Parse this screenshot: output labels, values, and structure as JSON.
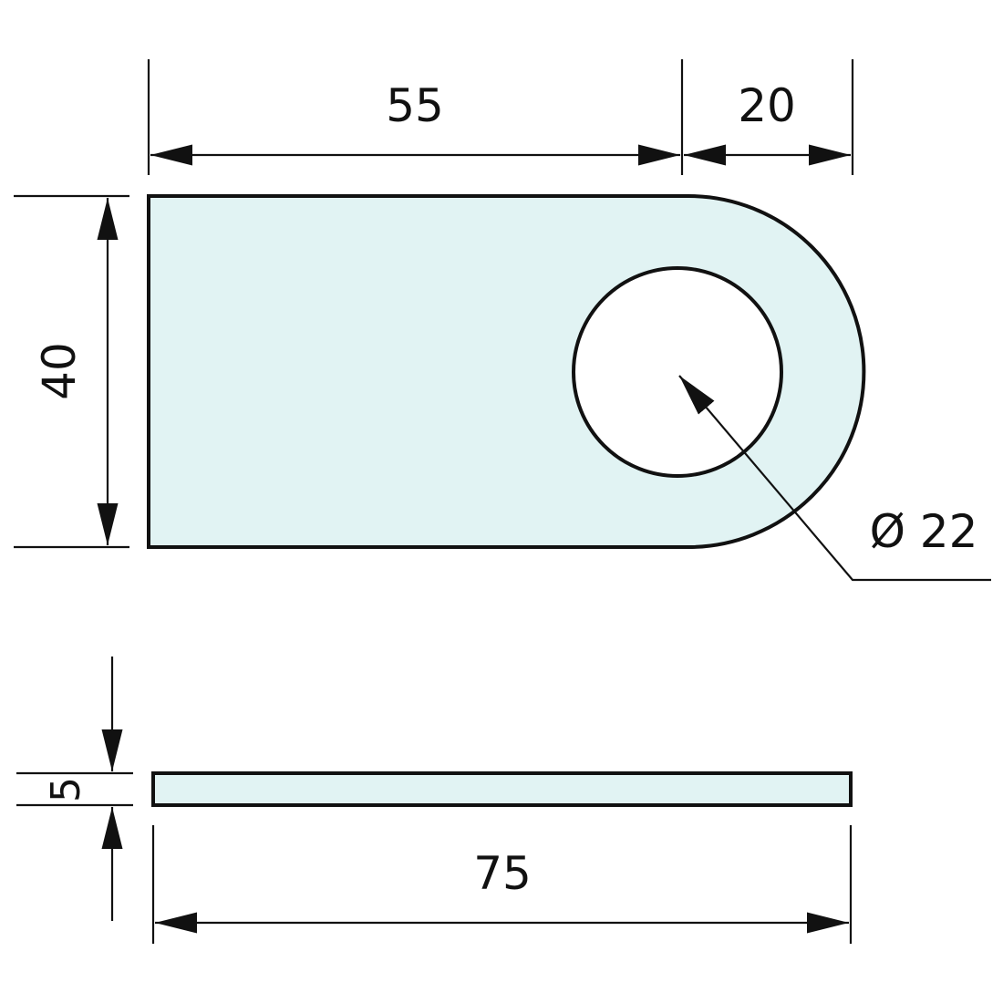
{
  "colors": {
    "part_fill": "#e1f3f3",
    "line": "#111111"
  },
  "top_view": {
    "dim_length_straight": "55",
    "dim_radius_section": "20",
    "dim_height": "40",
    "dim_hole_diameter": "Ø 22"
  },
  "side_view": {
    "dim_thickness": "5",
    "dim_total_length": "75"
  }
}
